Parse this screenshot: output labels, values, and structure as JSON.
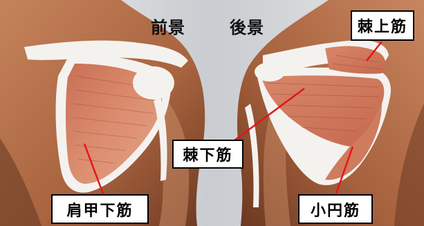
{
  "headings": {
    "front": "前景",
    "back": "後景"
  },
  "labels": {
    "supraspinatus": "棘上筋",
    "infraspinatus": "棘下筋",
    "subscapularis": "肩甲下筋",
    "teres_minor": "小円筋"
  },
  "colors": {
    "background": "#d8dadd",
    "skin": "#b9754f",
    "skin_shadow": "#7a4328",
    "muscle": "#d07a5f",
    "bone": "#f4f2ef",
    "pointer": "#e4141c",
    "label_border": "#000000"
  }
}
